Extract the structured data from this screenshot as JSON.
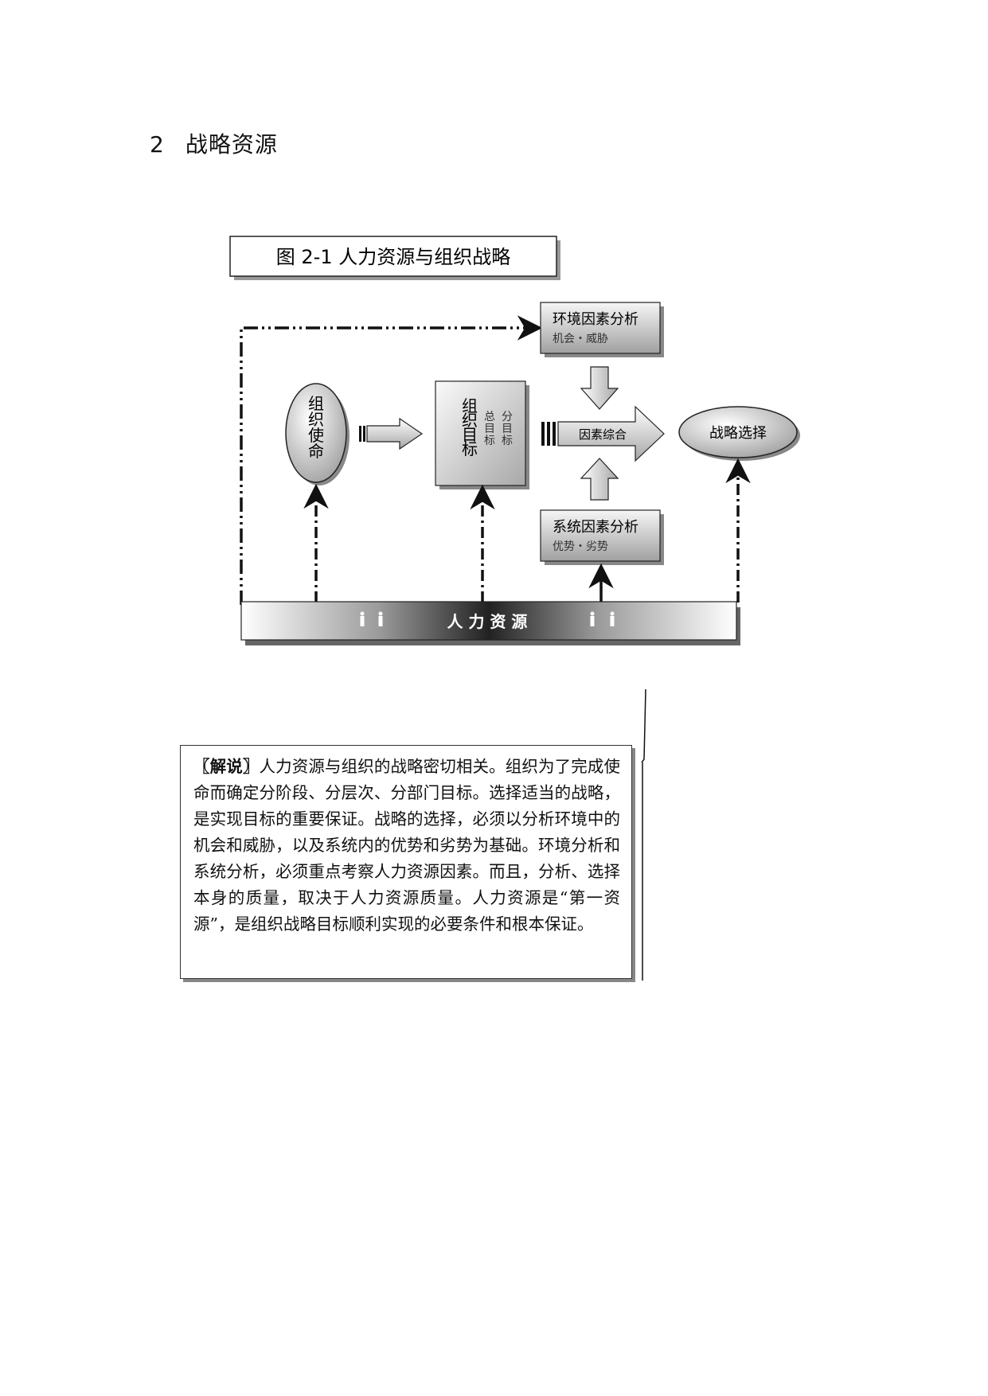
{
  "section": {
    "number": "2",
    "title": "战略资源"
  },
  "figure": {
    "caption": "图 2-1 人力资源与组织战略"
  },
  "nodes": {
    "env": {
      "title": "环境因素分析",
      "sub": "机会・威胁"
    },
    "mission": {
      "label": "组织使命"
    },
    "goal": {
      "label": "组织目标",
      "sub1": "总目标",
      "sub2": "分目标"
    },
    "factor": {
      "label": "因素综合"
    },
    "strategy": {
      "label": "战略选择"
    },
    "sys": {
      "title": "系统因素分析",
      "sub": "优势・劣势"
    },
    "hr": {
      "label": "人 力 资 源",
      "icon": "person-icon"
    }
  },
  "colors": {
    "box_dark": "#9a9a9a",
    "box_light": "#f4f4f4",
    "line": "#111111"
  },
  "note": {
    "lead": "〖解说〗",
    "text": "人力资源与组织的战略密切相关。组织为了完成使命而确定分阶段、分层次、分部门目标。选择适当的战略，是实现目标的重要保证。战略的选择，必须以分析环境中的机会和威胁，以及系统内的优势和劣势为基础。环境分析和系统分析，必须重点考察人力资源因素。而且，分析、选择本身的质量，取决于人力资源质量。人力资源是“第一资源”，是组织战略目标顺利实现的必要条件和根本保证。"
  }
}
